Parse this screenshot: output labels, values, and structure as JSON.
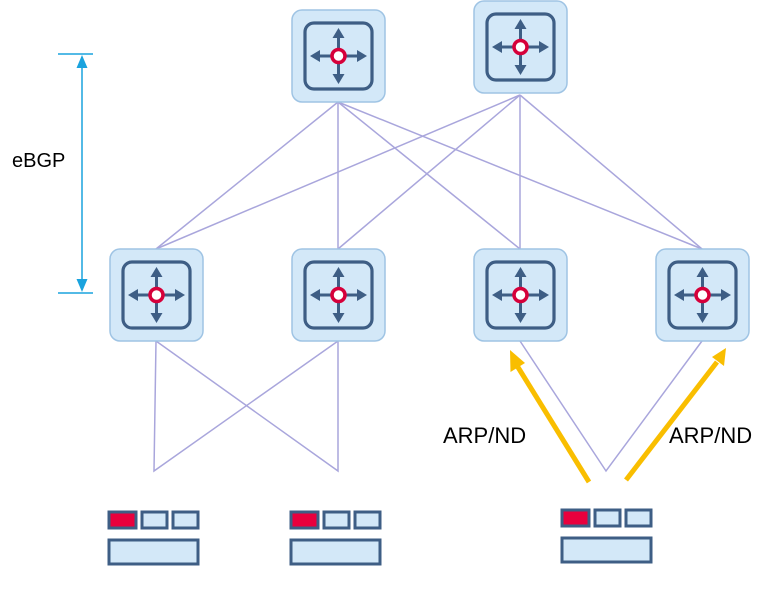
{
  "labels": {
    "ebgp": "eBGP",
    "arp_left": "ARP/ND",
    "arp_right": "ARP/ND"
  },
  "colors": {
    "switch_fill": "#d3e8f8",
    "switch_border": "#9fc4e4",
    "icon_dark": "#3e5e85",
    "icon_center": "#d6003a",
    "link_line": "#a9a6dc",
    "measure_arrow": "#1aa3de",
    "arp_arrow": "#f9be00",
    "server_port_active": "#e8003d",
    "server_fill": "#d3e8f8"
  },
  "icons": {
    "switch": "router-switch-icon",
    "server": "server-icon"
  },
  "nodes": {
    "spines": [
      "spine-1",
      "spine-2"
    ],
    "leaves": [
      "leaf-1",
      "leaf-2",
      "leaf-3",
      "leaf-4"
    ],
    "servers": [
      "server-1",
      "server-2",
      "server-3"
    ]
  }
}
